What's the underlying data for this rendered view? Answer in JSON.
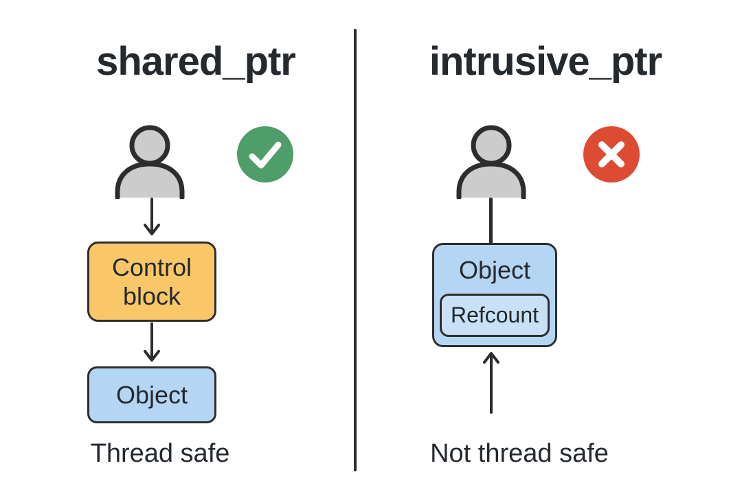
{
  "colors": {
    "text": "#24292e",
    "outline": "#2d2d2d",
    "person-fill": "#cccccc",
    "green": "#4f9d68",
    "red": "#dd4b33",
    "orange-box": "#fac768",
    "blue-box": "#b5d6f3",
    "blue-box-inner": "#c9e1f6"
  },
  "left": {
    "title": "shared_ptr",
    "person_icon": "person-icon",
    "status_icon": "check-icon",
    "control_block_label": "Control block",
    "object_label": "Object",
    "caption": "Thread safe"
  },
  "right": {
    "title": "intrusive_ptr",
    "person_icon": "person-icon",
    "status_icon": "cross-icon",
    "object_label": "Object",
    "refcount_label": "Refcount",
    "caption": "Not thread safe"
  }
}
